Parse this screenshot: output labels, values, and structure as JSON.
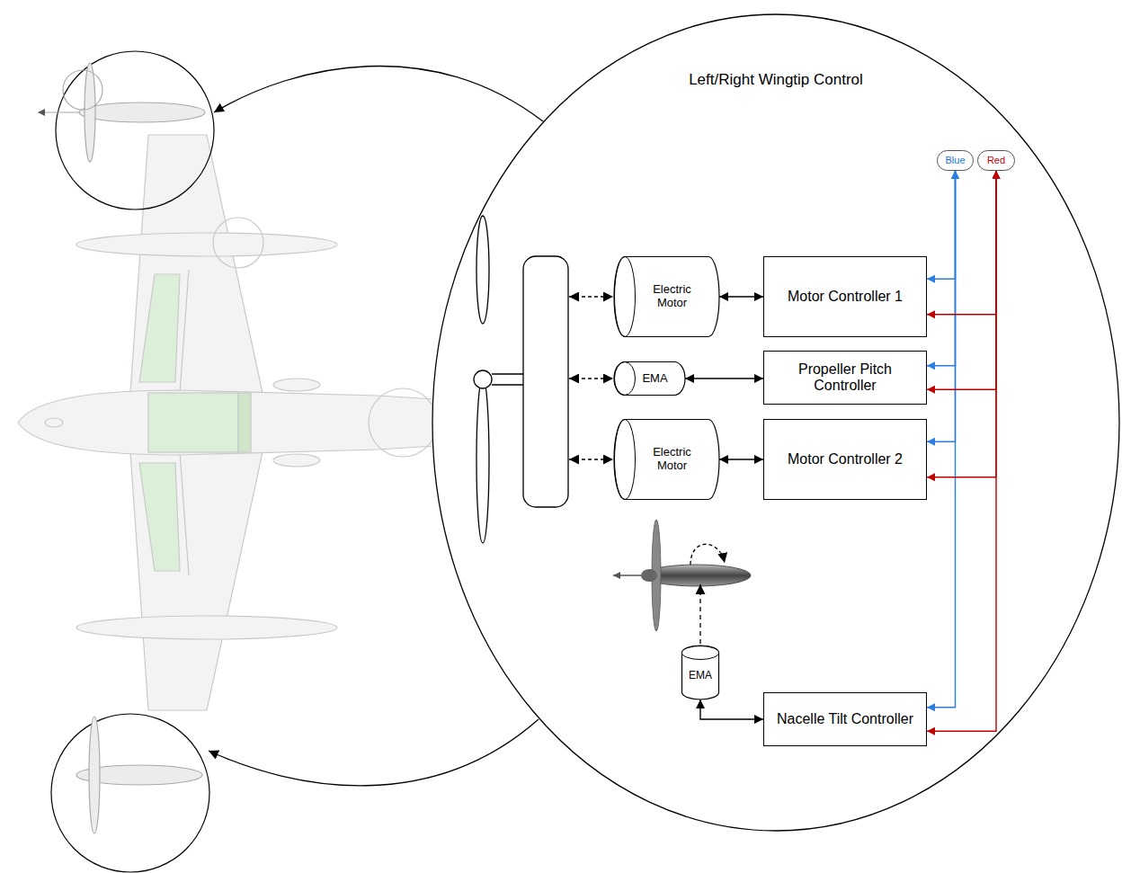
{
  "diagram": {
    "nodes": [
      {
        "text": [
          "Left/Right Wingtip Control"
        ]
      },
      {
        "text": [
          "Blue"
        ],
        "in": 0
      },
      {
        "text": [
          "Red"
        ],
        "in": 0
      },
      {
        "text": [
          "Electric Motor"
        ],
        "in": 0
      },
      {
        "text": [
          "Motor Controller 1"
        ],
        "in": 0
      },
      {
        "text": [
          "EMA"
        ],
        "in": 0
      },
      {
        "text": [
          "Propeller Pitch Controller"
        ],
        "in": 0
      },
      {
        "text": [
          "Electric Motor"
        ],
        "in": 0
      },
      {
        "text": [
          "Motor Controller 2"
        ],
        "in": 0
      },
      {
        "text": [
          "EMA"
        ],
        "in": 0
      },
      {
        "text": [
          "Nacelle Tilt Controller"
        ],
        "in": 0
      }
    ],
    "edges": [
      {
        "from": 3,
        "to": 4,
        "arrow": "both"
      },
      {
        "from": 5,
        "to": 6,
        "arrow": "both"
      },
      {
        "from": 7,
        "to": 8,
        "arrow": "both"
      },
      {
        "from": 9,
        "to": 10,
        "arrow": "both"
      },
      {
        "from": 4,
        "to": 1,
        "arrow": "both"
      },
      {
        "from": 6,
        "to": 1,
        "arrow": "both"
      },
      {
        "from": 8,
        "to": 1,
        "arrow": "both"
      },
      {
        "from": 10,
        "to": 1,
        "arrow": "both"
      },
      {
        "from": 4,
        "to": 2,
        "arrow": "both"
      },
      {
        "from": 6,
        "to": 2,
        "arrow": "both"
      },
      {
        "from": 8,
        "to": 2,
        "arrow": "both"
      },
      {
        "from": 10,
        "to": 2,
        "arrow": "both"
      }
    ]
  }
}
